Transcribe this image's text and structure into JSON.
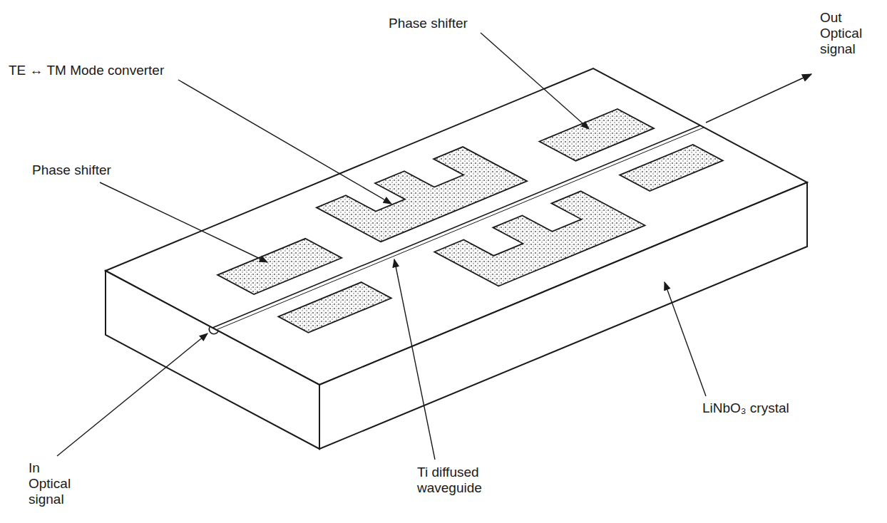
{
  "diagram": {
    "labels": [
      "Phase shifter",
      "Out Optical signal",
      "TE ↔ TM Mode converter",
      "Phase shifter",
      "LiNbO₃ crystal",
      "In Optical signal",
      "Ti diffused waveguide"
    ]
  }
}
